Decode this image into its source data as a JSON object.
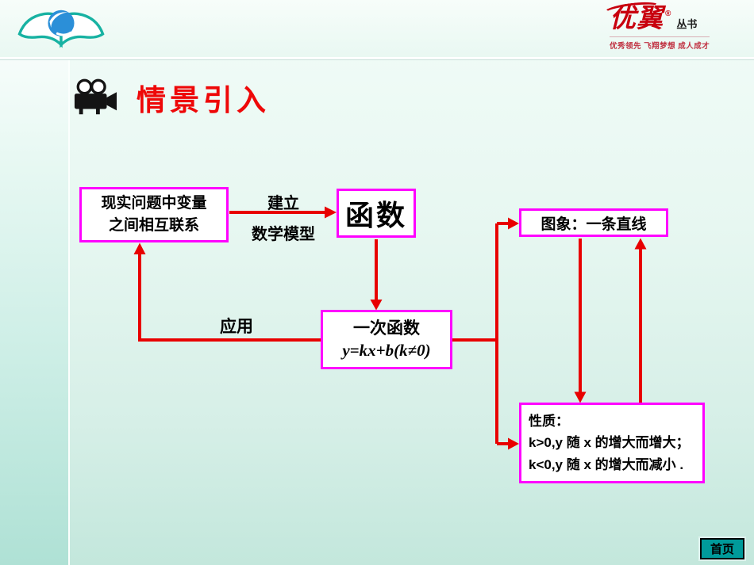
{
  "header": {
    "brand": {
      "name": "优翼",
      "reg": "®",
      "suffix": "丛书",
      "tagline": "优秀领先 飞翔梦想 成人成才"
    }
  },
  "title": {
    "text": "情景引入"
  },
  "diagram": {
    "box_real": {
      "line1": "现实问题中变量",
      "line2": "之间相互联系"
    },
    "label_build": {
      "line1": "建立",
      "line2": "数学模型"
    },
    "box_function": {
      "text": "函数"
    },
    "box_linear": {
      "line1": "一次函数",
      "line2": "y=kx+b(k≠0)"
    },
    "label_apply": {
      "text": "应用"
    },
    "box_graph": {
      "text": "图象：一条直线"
    },
    "box_property": {
      "line1": "性质：",
      "line2": "k>0,y 随 x 的增大而增大；",
      "line3": "k<0,y 随 x 的增大而减小 ."
    }
  },
  "footer": {
    "home_button": "首页"
  },
  "icons": {
    "title_icon": "movie-projector-icon",
    "brand_logo": "open-book-globe-logo"
  },
  "colors": {
    "title_red": "#ee0808",
    "arrow_red": "#e80000",
    "box_border_magenta": "#ff00ff",
    "brand_red": "#c8000e",
    "button_teal": "#009a9a",
    "background_mint": "#e7f7f1"
  }
}
